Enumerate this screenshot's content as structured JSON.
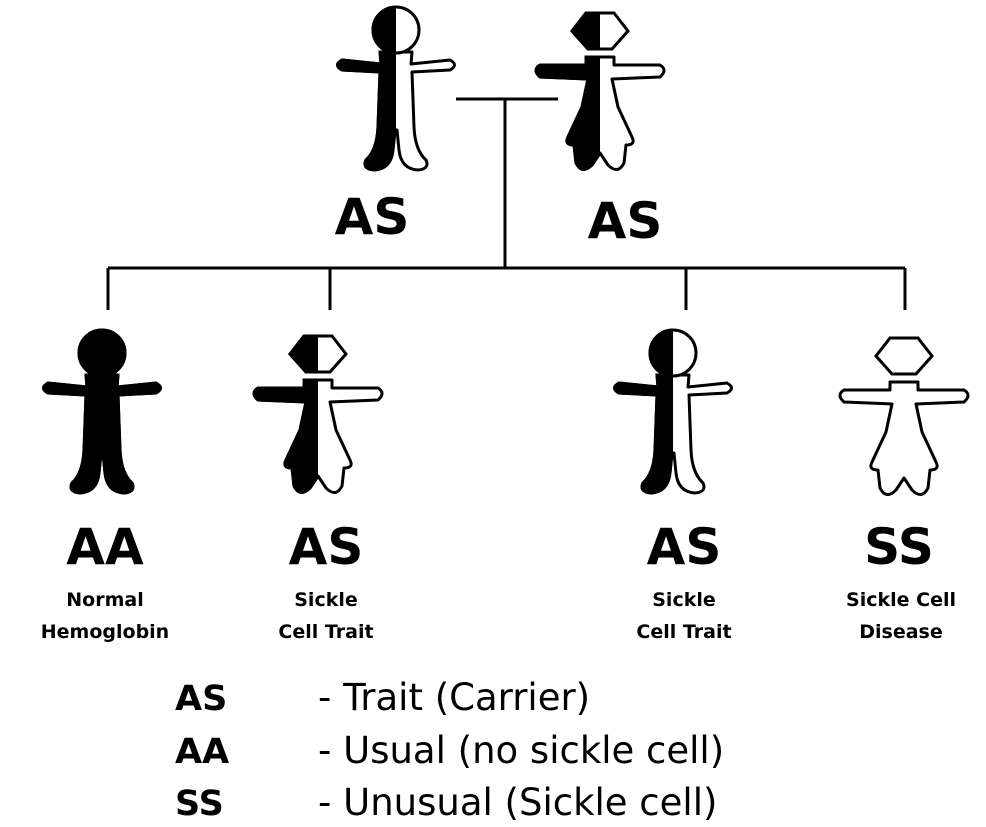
{
  "parents": [
    {
      "genotype": "AS",
      "sex": "male",
      "fill": "half"
    },
    {
      "genotype": "AS",
      "sex": "female",
      "fill": "half"
    }
  ],
  "children": [
    {
      "genotype": "AA",
      "sex": "male",
      "fill": "full",
      "caption": [
        "Normal",
        "Hemoglobin"
      ]
    },
    {
      "genotype": "AS",
      "sex": "female",
      "fill": "half",
      "caption": [
        "Sickle",
        "Cell Trait"
      ]
    },
    {
      "genotype": "AS",
      "sex": "male",
      "fill": "half",
      "caption": [
        "Sickle",
        "Cell Trait"
      ]
    },
    {
      "genotype": "SS",
      "sex": "female",
      "fill": "none",
      "caption": [
        "Sickle Cell",
        "Disease"
      ]
    }
  ],
  "legend": [
    {
      "code": "AS",
      "desc": "- Trait (Carrier)"
    },
    {
      "code": "AA",
      "desc": "- Usual (no sickle cell)"
    },
    {
      "code": "SS",
      "desc": "- Unusual (Sickle cell)"
    }
  ],
  "colors": {
    "ink": "#000000",
    "paper": "#ffffff"
  }
}
